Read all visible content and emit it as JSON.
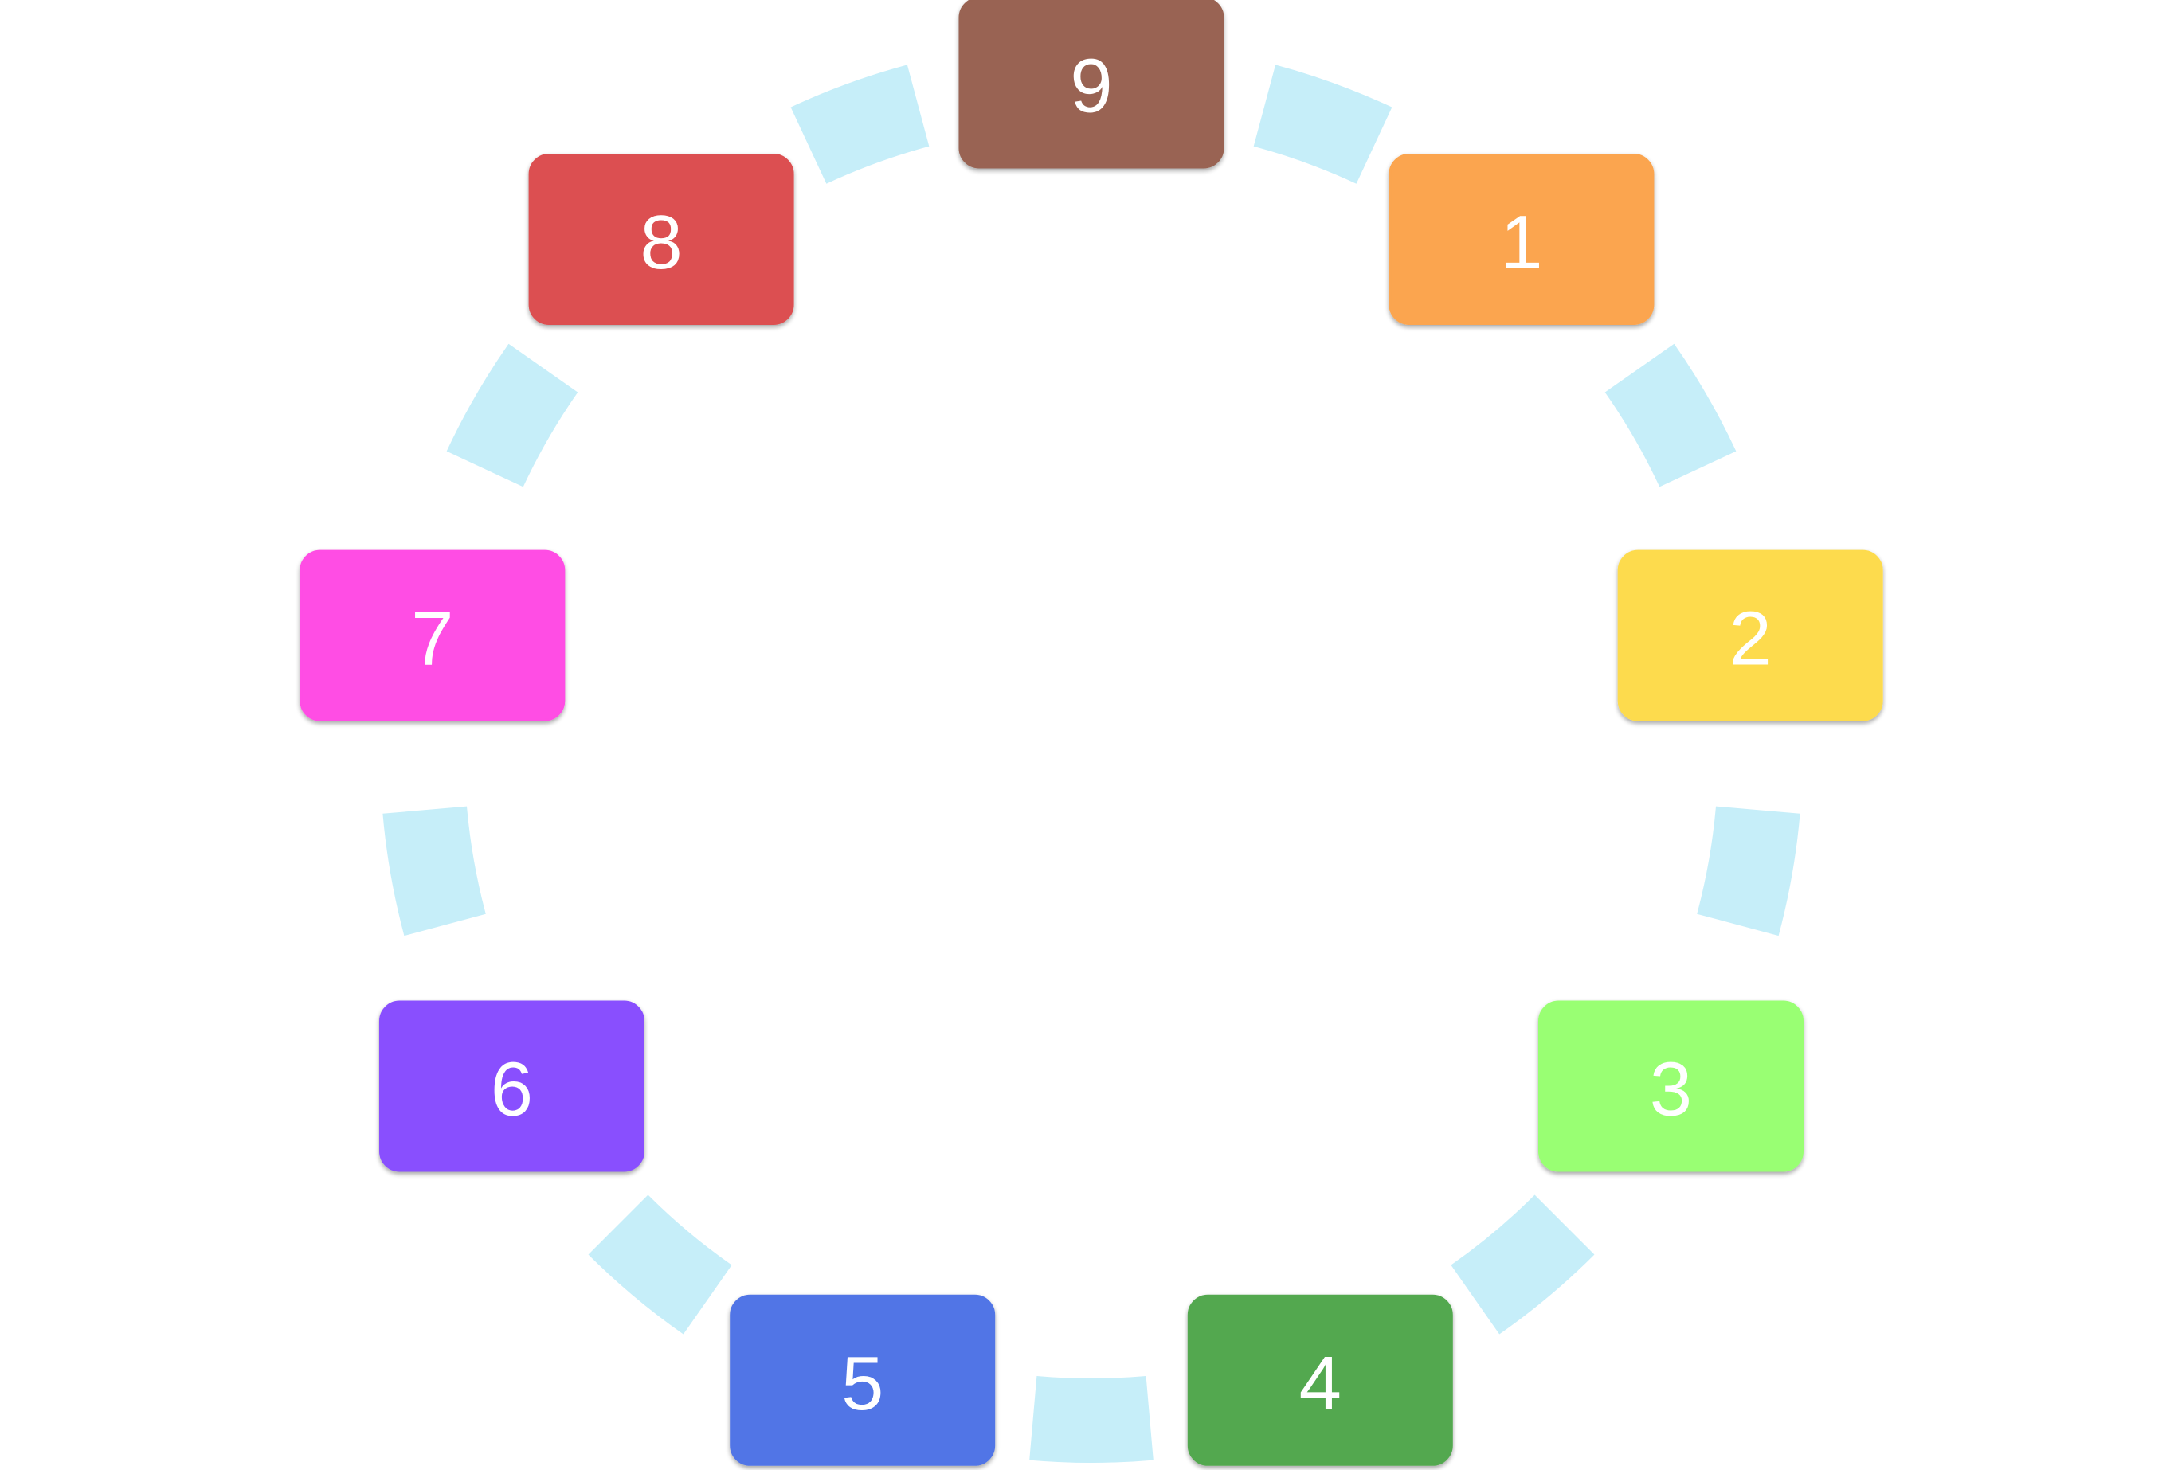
{
  "diagram": {
    "type": "cycle",
    "connector_color": "#c6eef9",
    "steps": [
      {
        "label": "1",
        "color": "#fba54f"
      },
      {
        "label": "2",
        "color": "#fddb4e"
      },
      {
        "label": "3",
        "color": "#99ff73"
      },
      {
        "label": "4",
        "color": "#52a84f"
      },
      {
        "label": "5",
        "color": "#5175e6"
      },
      {
        "label": "6",
        "color": "#8950fe"
      },
      {
        "label": "7",
        "color": "#ff4de4"
      },
      {
        "label": "8",
        "color": "#dc5051"
      },
      {
        "label": "9",
        "color": "#996452"
      }
    ]
  }
}
